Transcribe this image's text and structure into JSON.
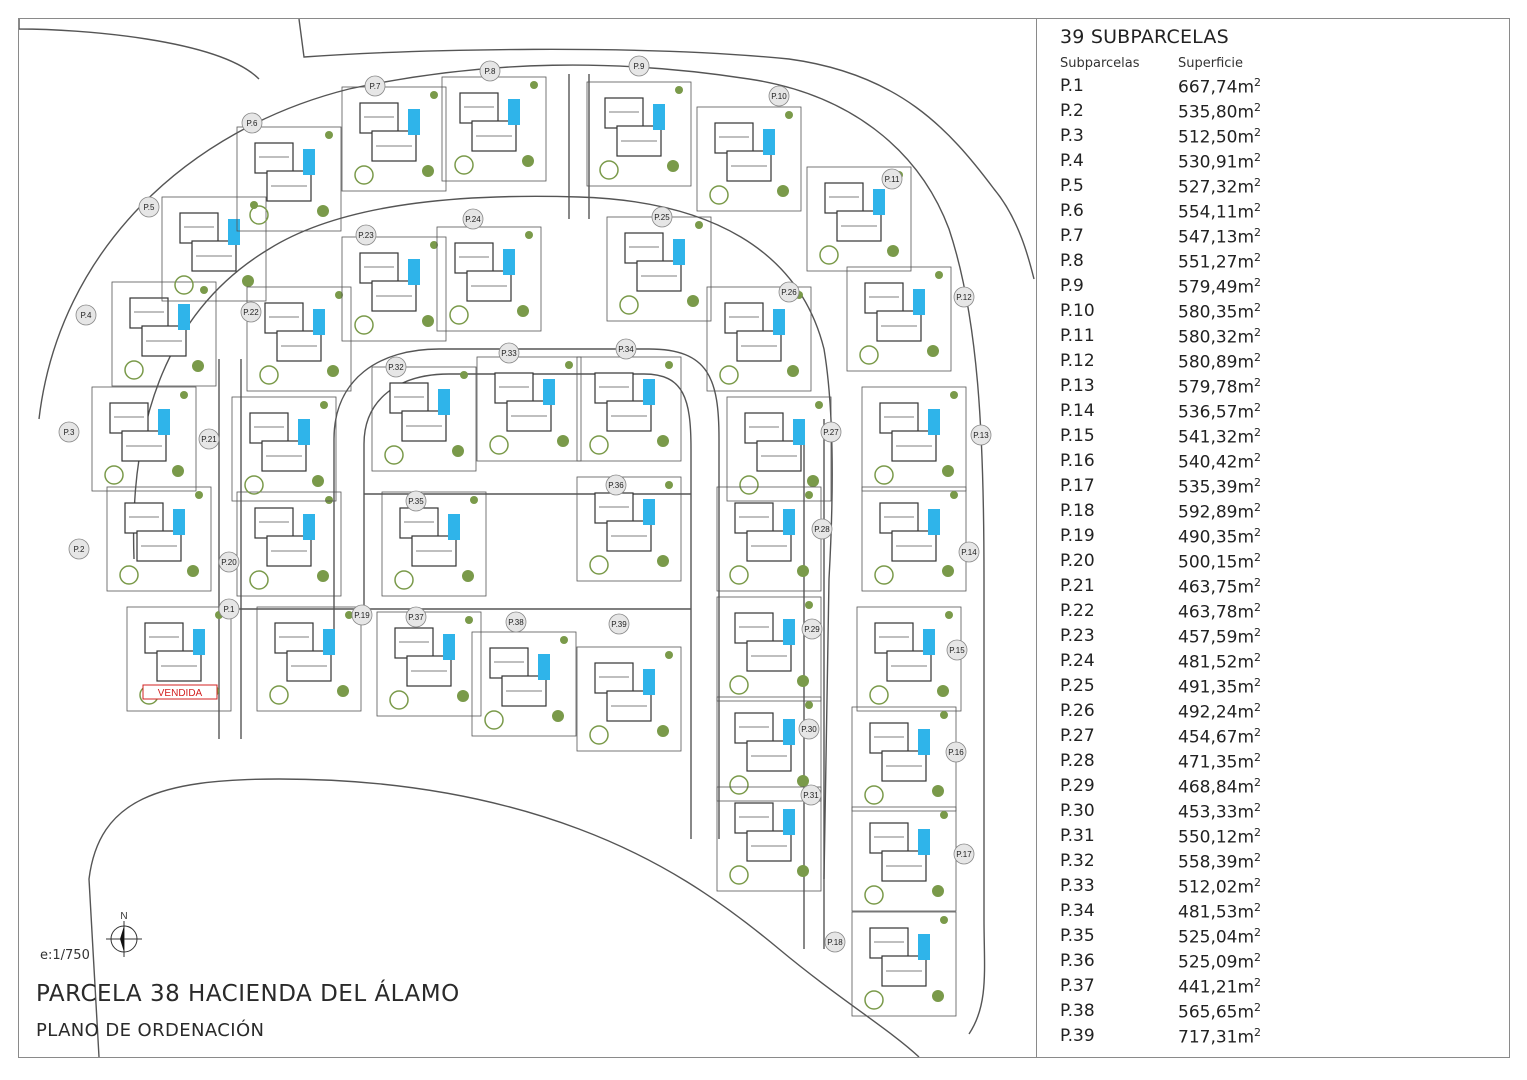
{
  "table": {
    "title": "39 SUBPARCELAS",
    "col_id": "Subparcelas",
    "col_area": "Superficie",
    "unit": "m",
    "unit_sup": "2",
    "rows": [
      {
        "id": "P.1",
        "area": "667,74"
      },
      {
        "id": "P.2",
        "area": "535,80"
      },
      {
        "id": "P.3",
        "area": "512,50"
      },
      {
        "id": "P.4",
        "area": "530,91"
      },
      {
        "id": "P.5",
        "area": "527,32"
      },
      {
        "id": "P.6",
        "area": "554,11"
      },
      {
        "id": "P.7",
        "area": "547,13"
      },
      {
        "id": "P.8",
        "area": "551,27"
      },
      {
        "id": "P.9",
        "area": "579,49"
      },
      {
        "id": "P.10",
        "area": "580,35"
      },
      {
        "id": "P.11",
        "area": "580,32"
      },
      {
        "id": "P.12",
        "area": "580,89"
      },
      {
        "id": "P.13",
        "area": "579,78"
      },
      {
        "id": "P.14",
        "area": "536,57"
      },
      {
        "id": "P.15",
        "area": "541,32"
      },
      {
        "id": "P.16",
        "area": "540,42"
      },
      {
        "id": "P.17",
        "area": "535,39"
      },
      {
        "id": "P.18",
        "area": "592,89"
      },
      {
        "id": "P.19",
        "area": "490,35"
      },
      {
        "id": "P.20",
        "area": "500,15"
      },
      {
        "id": "P.21",
        "area": "463,75"
      },
      {
        "id": "P.22",
        "area": "463,78"
      },
      {
        "id": "P.23",
        "area": "457,59"
      },
      {
        "id": "P.24",
        "area": "481,52"
      },
      {
        "id": "P.25",
        "area": "491,35"
      },
      {
        "id": "P.26",
        "area": "492,24"
      },
      {
        "id": "P.27",
        "area": "454,67"
      },
      {
        "id": "P.28",
        "area": "471,35"
      },
      {
        "id": "P.29",
        "area": "468,84"
      },
      {
        "id": "P.30",
        "area": "453,33"
      },
      {
        "id": "P.31",
        "area": "550,12"
      },
      {
        "id": "P.32",
        "area": "558,39"
      },
      {
        "id": "P.33",
        "area": "512,02"
      },
      {
        "id": "P.34",
        "area": "481,53"
      },
      {
        "id": "P.35",
        "area": "525,04"
      },
      {
        "id": "P.36",
        "area": "525,09"
      },
      {
        "id": "P.37",
        "area": "441,21"
      },
      {
        "id": "P.38",
        "area": "565,65"
      },
      {
        "id": "P.39",
        "area": "717,31"
      }
    ]
  },
  "plan": {
    "title": "PARCELA 38 HACIENDA DEL ÁLAMO",
    "subtitle": "PLANO DE ORDENACIÓN",
    "scale": "e:1/750",
    "north": "N",
    "sold_label": "VENDIDA",
    "sold_plot": "P.1",
    "colors": {
      "line": "#555555",
      "pool": "#2fb4ea",
      "vegetation": "#7a9a4a",
      "sold": "#d32020",
      "tag_fill": "#e6e6e6"
    }
  }
}
